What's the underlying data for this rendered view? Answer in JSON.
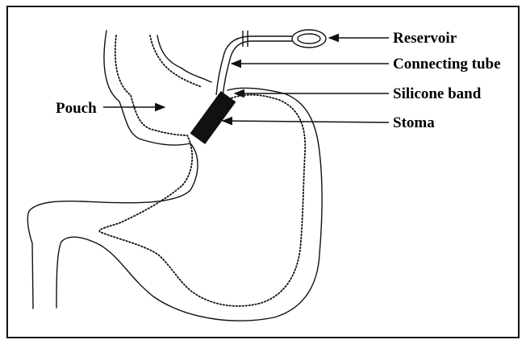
{
  "labels": {
    "reservoir": "Reservoir",
    "connecting_tube": "Connecting tube",
    "silicone_band": "Silicone band",
    "stoma": "Stoma",
    "pouch": "Pouch"
  },
  "colors": {
    "ink": "#111111",
    "band": "#111111",
    "background": "#ffffff"
  }
}
